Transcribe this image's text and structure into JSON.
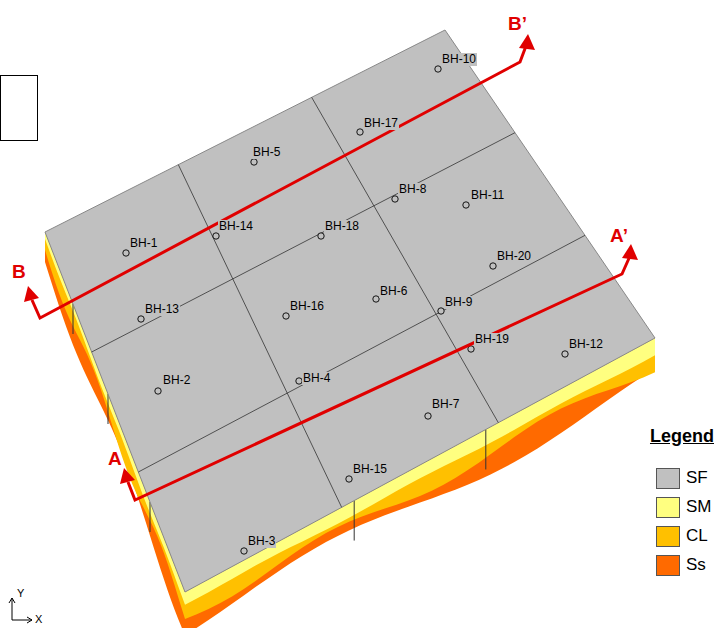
{
  "diagram": {
    "labels": [
      "A",
      "A’",
      "B",
      "B’",
      "BH-10",
      "BH-17",
      "BH-5",
      "BH-8",
      "BH-11",
      "BH-1",
      "BH-14",
      "BH-18",
      "BH-20",
      "BH-13",
      "BH-16",
      "BH-6",
      "BH-9",
      "BH-19",
      "BH-12",
      "BH-2",
      "BH-4",
      "BH-7",
      "BH-15",
      "BH-3",
      "Legend",
      "Y",
      "X"
    ],
    "legend": [
      {
        "text": "SF",
        "color": "#c0c0c0"
      },
      {
        "text": "SM",
        "color": "#ffff80"
      },
      {
        "text": "CL",
        "color": "#ffc000"
      },
      {
        "text": "Ss",
        "color": "#ff6a00"
      }
    ]
  }
}
